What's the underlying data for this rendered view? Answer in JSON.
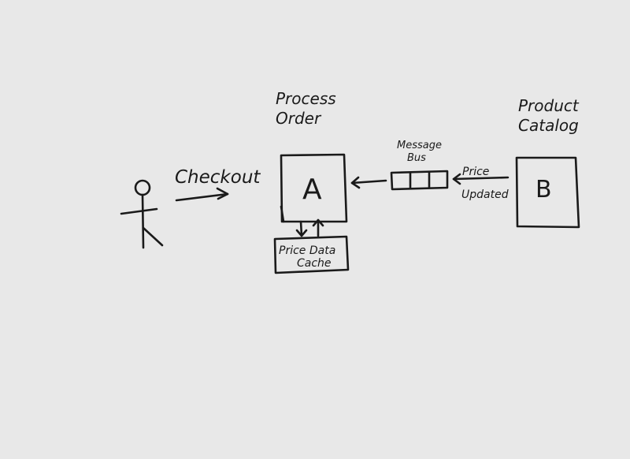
{
  "labels": {
    "process_order_line1": "Process",
    "process_order_line2": "Order",
    "product_catalog_line1": "Product",
    "product_catalog_line2": "Catalog",
    "checkout": "Checkout",
    "service_a": "A",
    "service_b": "B",
    "message_bus_line1": "Message",
    "message_bus_line2": "Bus",
    "price_updated_line1": "Price",
    "price_updated_line2": "Updated",
    "cache_line1": "Price Data",
    "cache_line2": "Cache"
  },
  "colors": {
    "background": "#e8e8e8",
    "ink": "#1a1a1a"
  }
}
